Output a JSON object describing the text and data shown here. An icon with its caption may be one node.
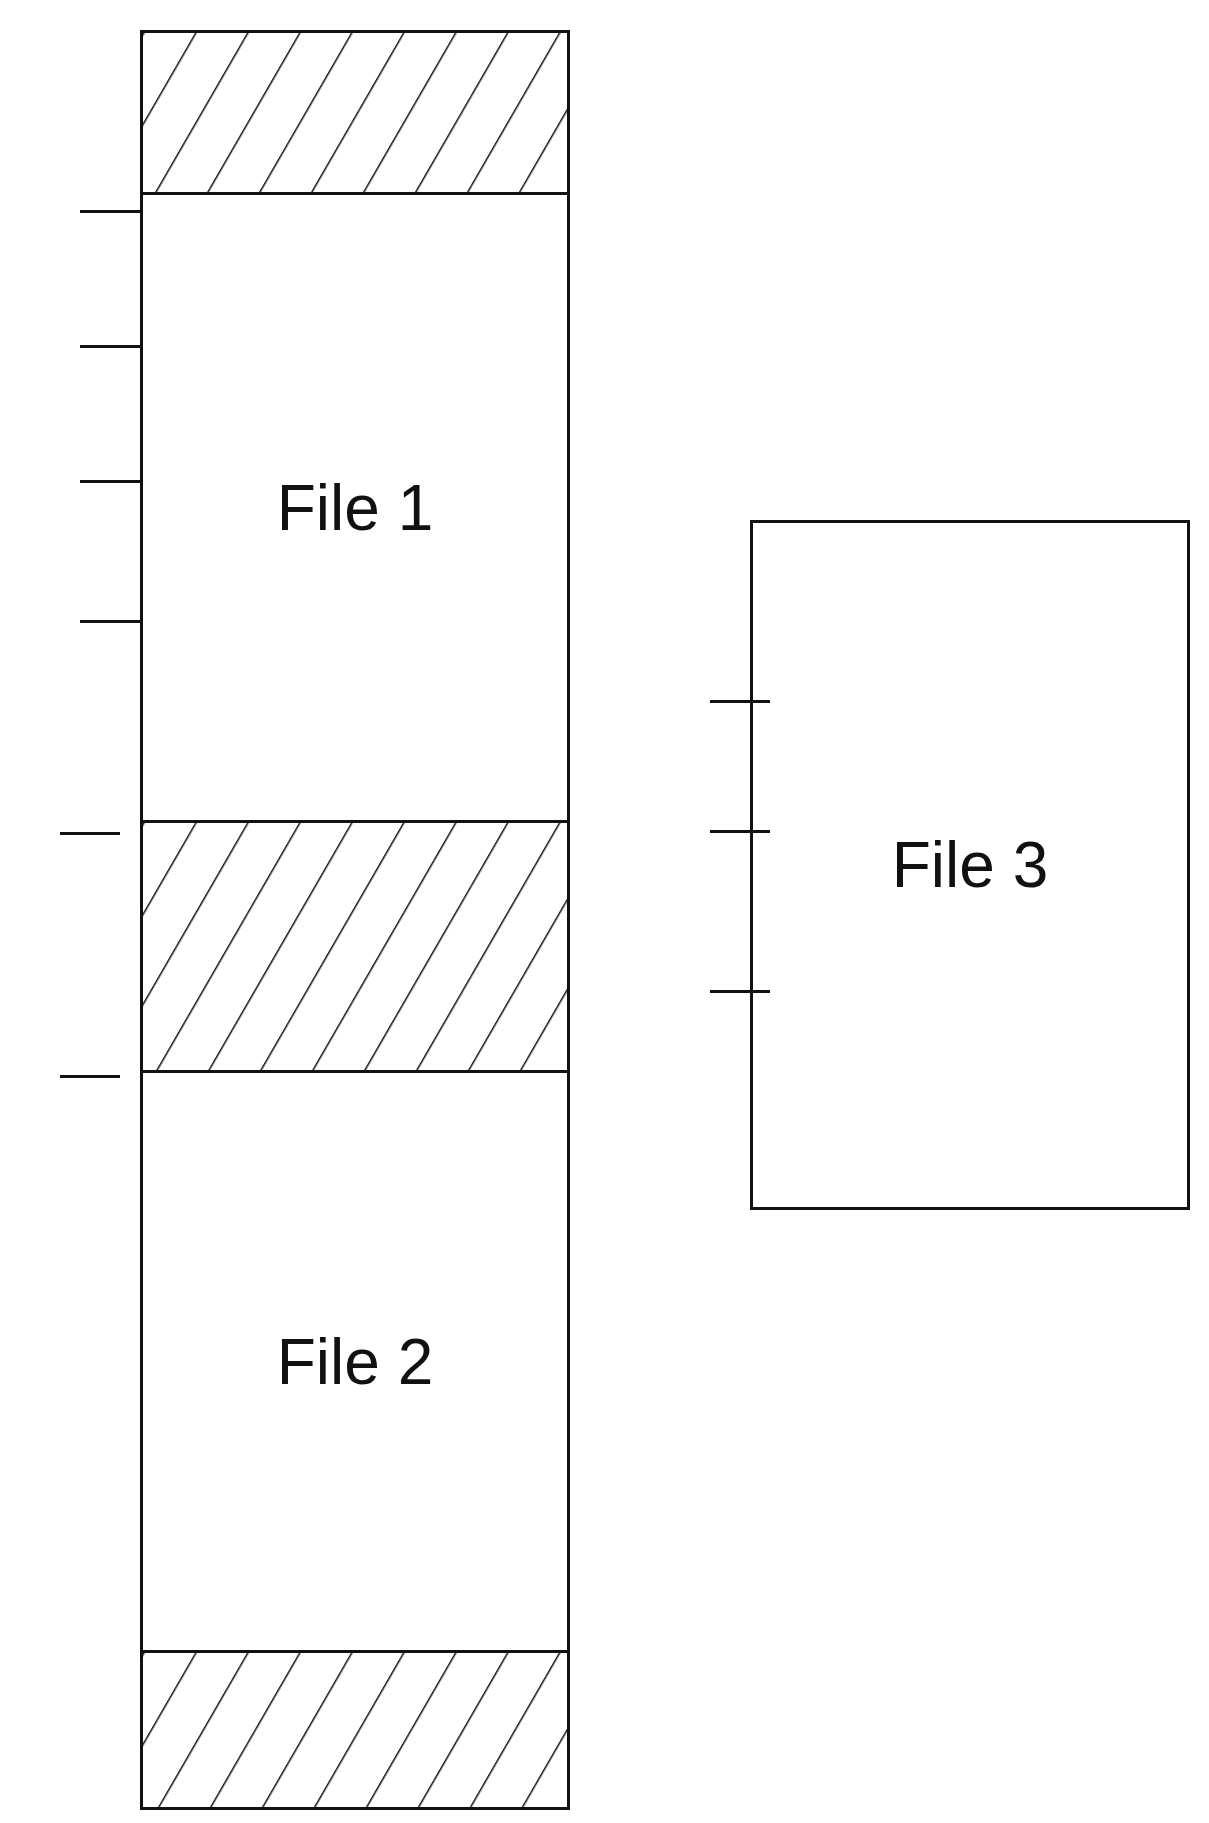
{
  "diagram": {
    "nodes": [
      {
        "text": [],
        "shape": "bar"
      },
      {
        "text": [
          "File 1"
        ]
      },
      {
        "text": [],
        "shape": "bar"
      },
      {
        "text": [
          "File 2"
        ]
      },
      {
        "text": [],
        "shape": "bar"
      },
      {
        "text": [
          "File 3"
        ]
      }
    ]
  }
}
